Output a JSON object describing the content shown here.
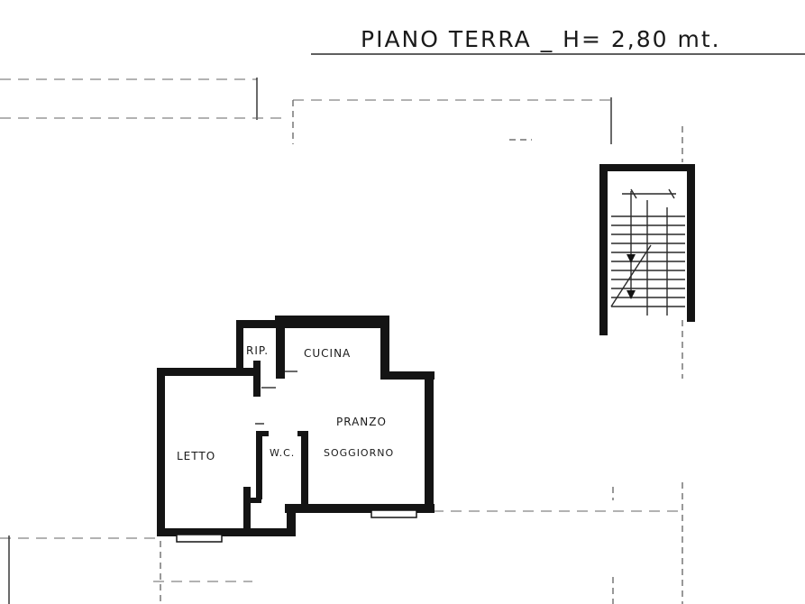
{
  "header": {
    "title": "PIANO TERRA _ H= 2,80 mt."
  },
  "rooms": {
    "rip": "RIP.",
    "cucina": "CUCINA",
    "pranzo": "PRANZO",
    "soggiorno": "SOGGIORNO",
    "letto": "LETTO",
    "wc": "W.C."
  },
  "colors": {
    "wall": "#141414",
    "background": "#ffffff"
  }
}
